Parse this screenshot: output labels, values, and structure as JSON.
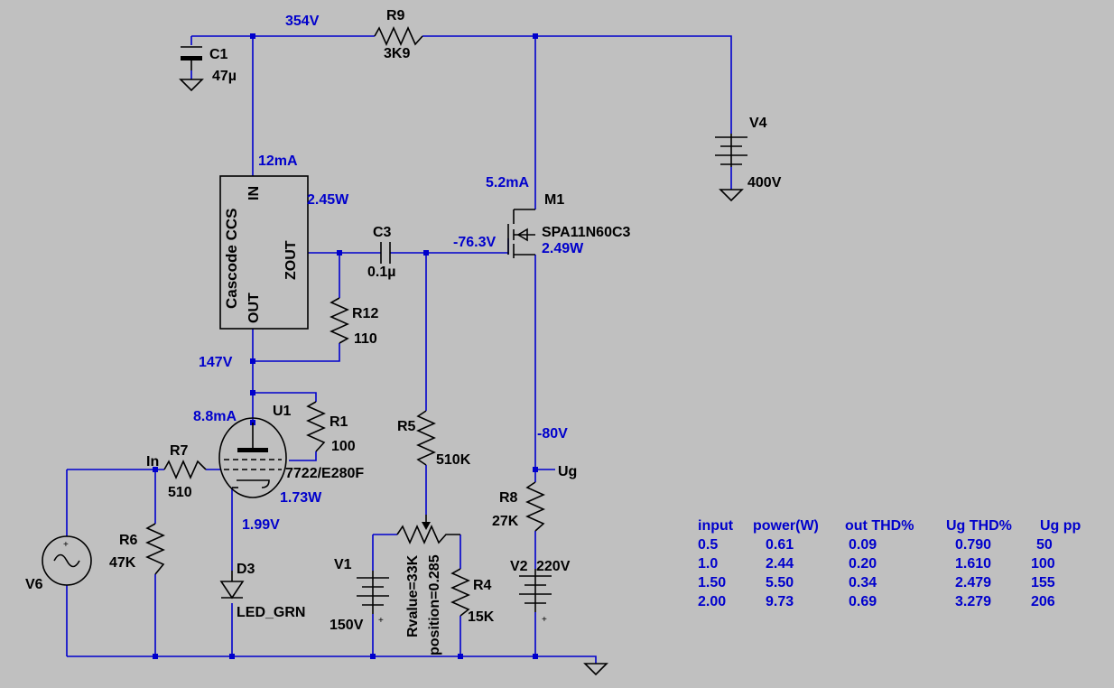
{
  "nodes": {
    "supply_v": "354V",
    "ccs_in_i": "12mA",
    "ccs_p": "2.45W",
    "m1_i": "5.2mA",
    "gate_v": "-76.3V",
    "m1_p": "2.49W",
    "ccs_out_v": "147V",
    "u1_i": "8.8mA",
    "u1_p": "1.73W",
    "cathode_v": "1.99V",
    "bias_v": "-80V"
  },
  "components": {
    "C1": {
      "name": "C1",
      "value": "47µ"
    },
    "R9": {
      "name": "R9",
      "value": "3K9"
    },
    "V4": {
      "name": "V4",
      "value": "400V"
    },
    "M1": {
      "name": "M1",
      "value": "SPA11N60C3"
    },
    "C3": {
      "name": "C3",
      "value": "0.1µ"
    },
    "R12": {
      "name": "R12",
      "value": "110"
    },
    "U1": {
      "name": "U1",
      "value": "7722/E280F"
    },
    "R1": {
      "name": "R1",
      "value": "100"
    },
    "R7": {
      "name": "R7",
      "value": "510"
    },
    "R6": {
      "name": "R6",
      "value": "47K"
    },
    "V6": {
      "name": "V6"
    },
    "D3": {
      "name": "D3",
      "value": "LED_GRN"
    },
    "R5": {
      "name": "R5",
      "value": "510K"
    },
    "V1": {
      "name": "V1",
      "value": "150V"
    },
    "R4": {
      "name": "R4",
      "value": "15K"
    },
    "R8": {
      "name": "R8",
      "value": "27K"
    },
    "V2": {
      "name": "V2",
      "value": "220V"
    },
    "pot": {
      "rvalue": "Rvalue=33K",
      "position": "position=0.285"
    }
  },
  "ccs": {
    "title": "Cascode CCS",
    "pin_in": "IN",
    "pin_zout": "ZOUT",
    "pin_out": "OUT"
  },
  "netlabels": {
    "in": "In",
    "ug": "Ug"
  },
  "table": {
    "headers": [
      "input",
      "power(W)",
      "out THD%",
      "Ug THD%",
      "Ug pp"
    ],
    "rows": [
      [
        "0.5",
        "0.61",
        "0.09",
        "0.790",
        "50"
      ],
      [
        "1.0",
        "2.44",
        "0.20",
        "1.610",
        "100"
      ],
      [
        "1.50",
        "5.50",
        "0.34",
        "2.479",
        "155"
      ],
      [
        "2.00",
        "9.73",
        "0.69",
        "3.279",
        "206"
      ]
    ]
  },
  "colors": {
    "background": "#c0c0c0",
    "wire": "#0000cc",
    "component": "#000000"
  }
}
